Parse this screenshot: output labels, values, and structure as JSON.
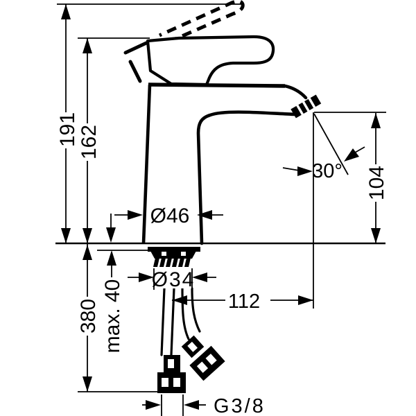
{
  "diagram": {
    "labels": {
      "total_height": "191",
      "outlet_height": "162",
      "spout_height": "104",
      "spray_angle": "30°",
      "base_diameter": "Ø46",
      "shank_diameter": "Ø34",
      "spout_reach": "112",
      "hose_length": "380",
      "max_deck_thickness": "max. 40",
      "connection_thread": "G3/8"
    }
  }
}
